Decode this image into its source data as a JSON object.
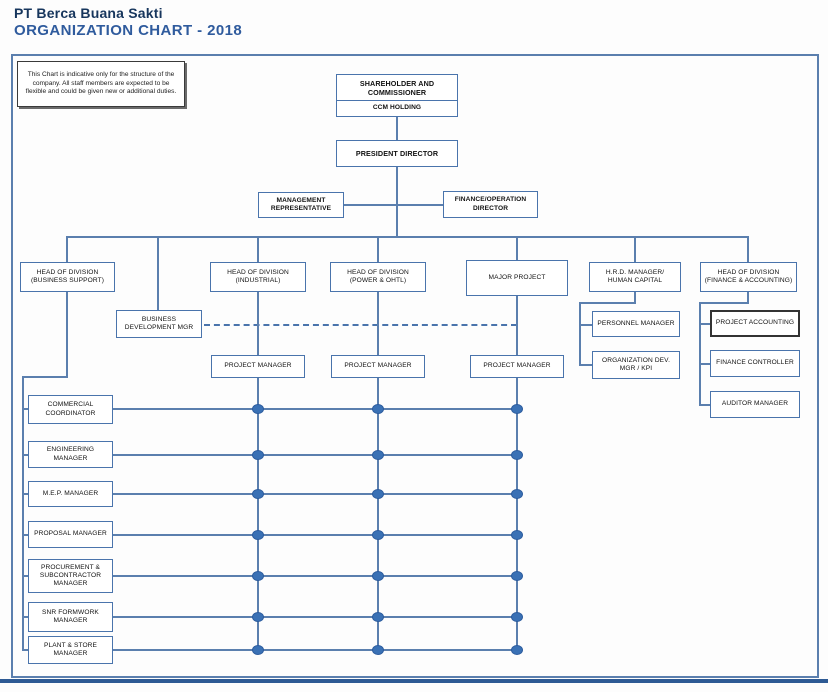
{
  "header": {
    "company": "PT Berca Buana Sakti",
    "title": "ORGANIZATION CHART - 2018"
  },
  "note": "This Chart is indicative only for the structure of the company. All staff members are expected to be flexible and could be given new or additional duties.",
  "nodes": {
    "shareholder": "SHAREHOLDER AND COMMISSIONER",
    "holding": "CCM HOLDING",
    "president": "PRESIDENT DIRECTOR",
    "management_rep": "MANAGEMENT REPRESENTATIVE",
    "finance_operation_director": "FINANCE/OPERATION DIRECTOR",
    "hod_business_support": "HEAD OF DIVISION (BUSINESS SUPPORT)",
    "business_dev_mgr": "BUSINESS DEVELOPMENT MGR",
    "hod_industrial": "HEAD OF DIVISION (INDUSTRIAL)",
    "hod_power": "HEAD OF DIVISION (POWER & OHTL)",
    "major_project": "MAJOR PROJECT",
    "hrd_manager": "H.R.D. MANAGER/ HUMAN CAPITAL",
    "hod_finance": "HEAD OF DIVISION (FINANCE & ACCOUNTING)",
    "project_manager_1": "PROJECT MANAGER",
    "project_manager_2": "PROJECT MANAGER",
    "project_manager_3": "PROJECT MANAGER",
    "personnel_manager": "PERSONNEL MANAGER",
    "org_dev_mgr": "ORGANIZATION DEV. MGR / KPI",
    "project_accounting": "PROJECT ACCOUNTING",
    "finance_controller": "FINANCE CONTROLLER",
    "auditor_manager": "AUDITOR MANAGER"
  },
  "left_managers": [
    {
      "label": "COMMERCIAL COORDINATOR"
    },
    {
      "label": "ENGINEERING MANAGER"
    },
    {
      "label": "M.E.P. MANAGER"
    },
    {
      "label": "PROPOSAL MANAGER"
    },
    {
      "label": "PROCUREMENT & SUBCONTRACTOR MANAGER"
    },
    {
      "label": "SNR FORMWORK MANAGER"
    },
    {
      "label": "PLANT & STORE MANAGER"
    }
  ],
  "colors": {
    "line": "#5b7fae",
    "box_border": "#4a74ac",
    "dot_fill": "#3a71b5",
    "company_title": "#17365d",
    "chart_title": "#2f5b9d",
    "bottom_bar": "#2e5a94"
  }
}
